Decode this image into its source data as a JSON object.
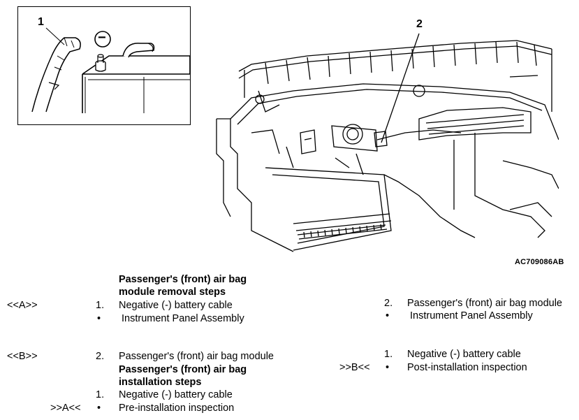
{
  "figure": {
    "callout_1": "1",
    "callout_2": "2",
    "negative_symbol": "−",
    "reference_code": "AC709086AB"
  },
  "removal": {
    "heading_line1": "Passenger's (front) air bag",
    "heading_line2": "module removal steps",
    "steps": [
      {
        "marker": "<<A>>",
        "num": "1.",
        "text": "Negative (-) battery cable"
      },
      {
        "marker": "",
        "num": "•",
        "text": " Instrument Panel Assembly"
      },
      {
        "marker": "<<B>>",
        "num": "2.",
        "text": "Passenger's (front) air bag module"
      }
    ]
  },
  "installation": {
    "heading_line1": "Passenger's (front) air bag",
    "heading_line2": "installation steps",
    "steps": [
      {
        "marker": "",
        "num": "1.",
        "text": "Negative (-) battery cable"
      },
      {
        "marker": ">>A<<",
        "num": "•",
        "text": "Pre-installation inspection"
      }
    ]
  },
  "right_column": {
    "steps": [
      {
        "marker": "",
        "num": "2.",
        "text": "Passenger's (front) air bag module"
      },
      {
        "marker": "",
        "num": "•",
        "text": " Instrument Panel Assembly"
      },
      {
        "marker": "",
        "num": "1.",
        "text": "Negative (-) battery cable"
      },
      {
        "marker": ">>B<<",
        "num": "•",
        "text": "Post-installation inspection"
      }
    ]
  }
}
